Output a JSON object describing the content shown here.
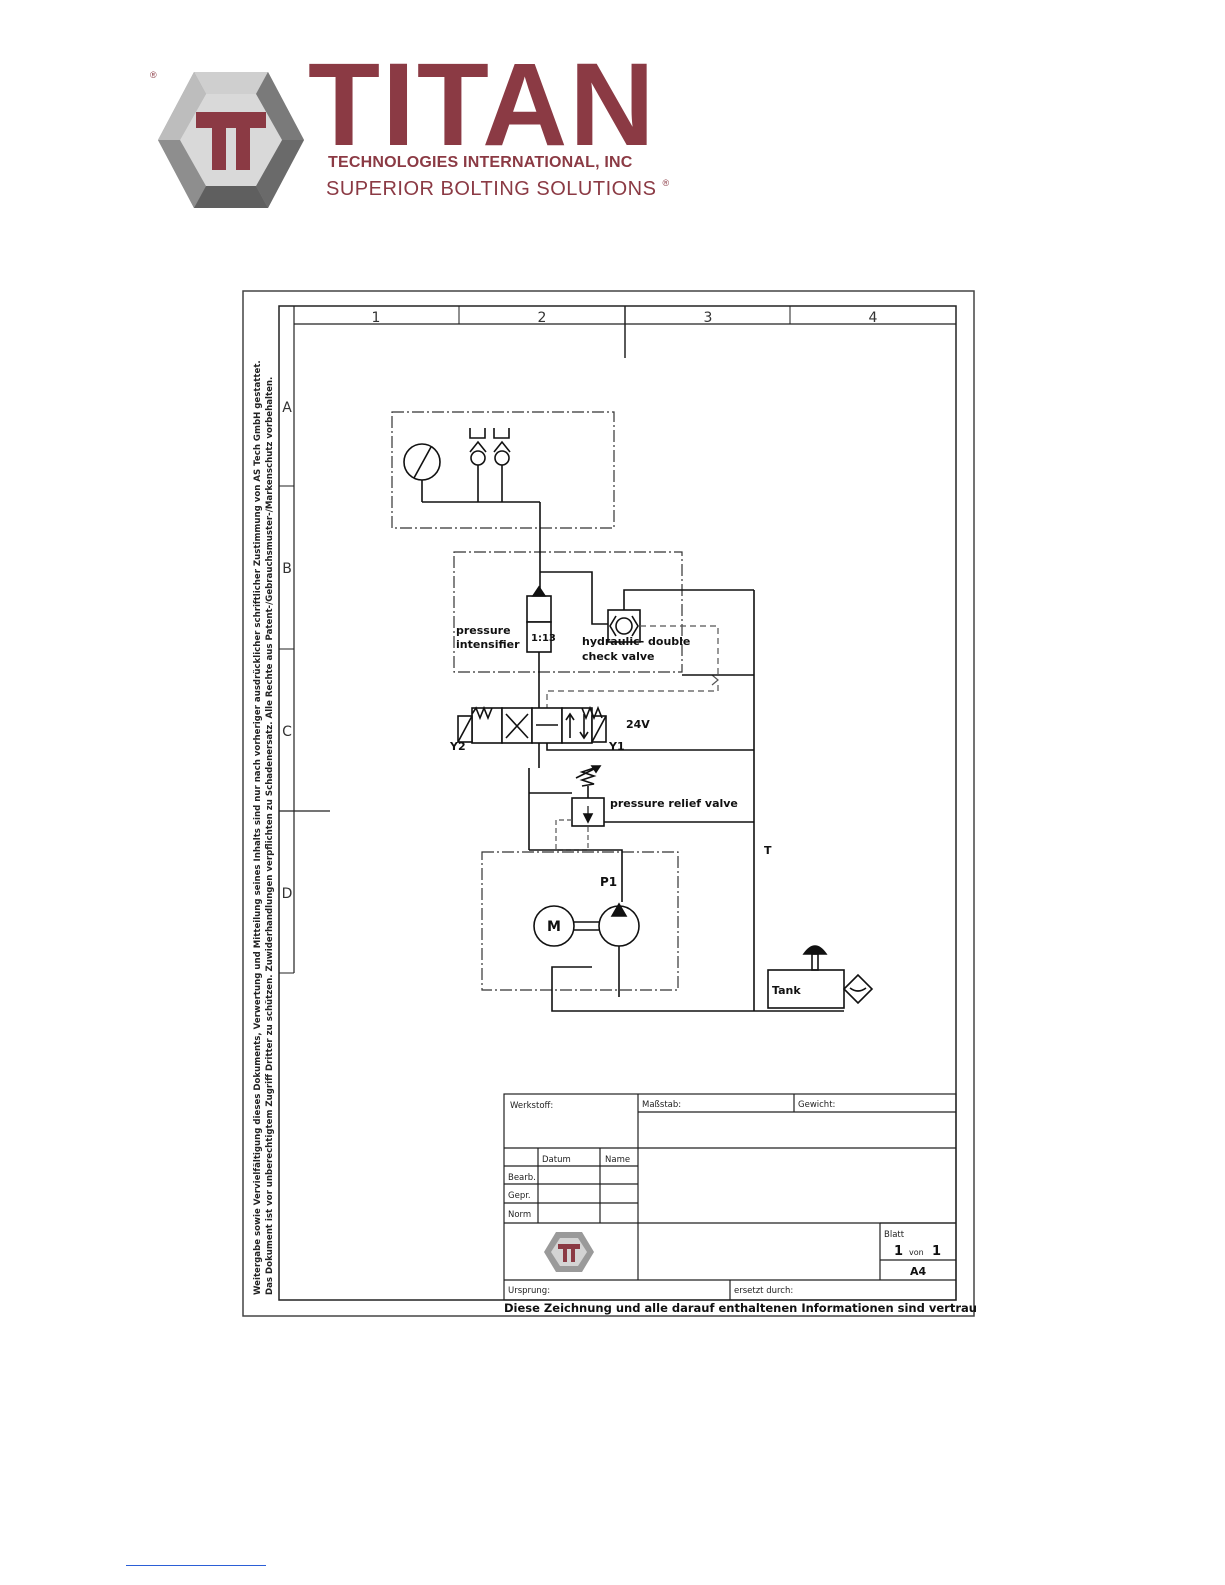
{
  "logo": {
    "brand": "TITAN",
    "registered": "®",
    "line1": "TECHNOLOGIES INTERNATIONAL, INC",
    "line2": "SUPERIOR BOLTING SOLUTIONS",
    "color": "#8b3a44"
  },
  "frame": {
    "columns": [
      "1",
      "2",
      "3",
      "4"
    ],
    "rows": [
      "A",
      "B",
      "C",
      "D"
    ],
    "side_note_1": "Weitergabe sowie Vervielfältigung dieses Dokuments, Verwertung und Mitteilung seines Inhalts sind nur nach vorheriger ausdrücklicher schriftlicher Zustimmung von AS Tech GmbH gestattet.",
    "side_note_2": "Das Dokument ist vor unberechtigtem Zugriff Dritter zu schützen. Zuwiderhandlungen verpflichten zu Schadenersatz. Alle Rechte aus Patent-/Gebrauchsmuster-/Markenschutz vorbehalten."
  },
  "circuit": {
    "pressure_intensifier": "pressure intensifier",
    "ratio": "1:13",
    "check_valve": "hydraulic- double check valve",
    "voltage": "24V",
    "solenoid_left": "Y2",
    "solenoid_right": "Y1",
    "relief_valve": "pressure relief valve",
    "tank_line": "T",
    "pump": "P1",
    "motor": "M",
    "tank": "Tank"
  },
  "title_block": {
    "werkstoff": "Werkstoff:",
    "massstab": "Maßstab:",
    "gewicht": "Gewicht:",
    "datum": "Datum",
    "name": "Name",
    "bearb": "Bearb.",
    "gepr": "Gepr.",
    "norm": "Norm",
    "blatt": "Blatt",
    "sheet": "1",
    "von": "von",
    "total": "1",
    "format": "A4",
    "ursprung": "Ursprung:",
    "ersetzt": "ersetzt durch:",
    "confidential": "Diese Zeichnung und alle darauf enthaltenen Informationen sind vertraulich."
  }
}
